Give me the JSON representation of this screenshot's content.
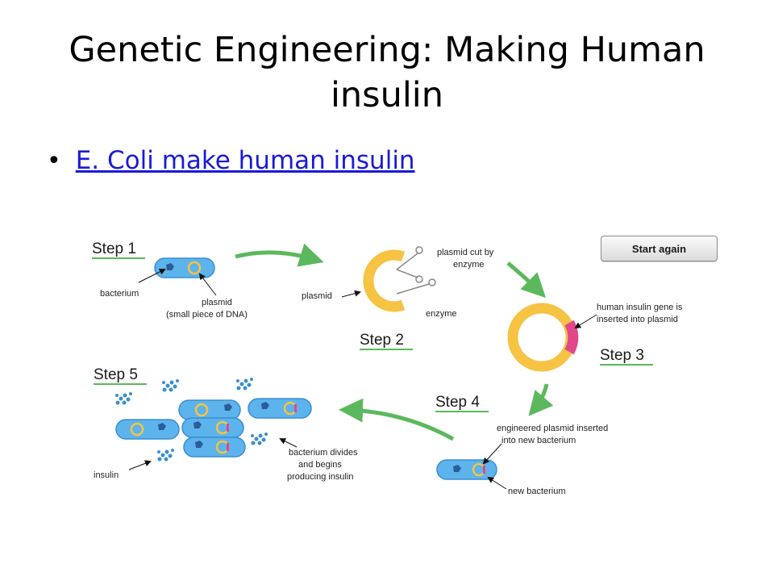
{
  "slide": {
    "title": "Genetic Engineering: Making Human insulin",
    "bullet_link": "E. Coli make human insulin"
  },
  "diagram": {
    "button_label": "Start again",
    "step1": {
      "heading": "Step 1",
      "bacterium_label": "bacterium",
      "plasmid_label_line1": "plasmid",
      "plasmid_label_line2": "(small piece of DNA)"
    },
    "step2": {
      "heading": "Step 2",
      "plasmid_label": "plasmid",
      "cut_label_line1": "plasmid cut by",
      "cut_label_line2": "enzyme",
      "enzyme_label": "enzyme"
    },
    "step3": {
      "heading": "Step 3",
      "gene_label_line1": "human insulin gene is",
      "gene_label_line2": "inserted into plasmid"
    },
    "step4": {
      "heading": "Step 4",
      "inserted_label_line1": "engineered plasmid inserted",
      "inserted_label_line2": "into new bacterium",
      "new_bacterium_label": "new bacterium"
    },
    "step5": {
      "heading": "Step 5",
      "insulin_label": "insulin",
      "divides_label_line1": "bacterium divides",
      "divides_label_line2": "and begins",
      "divides_label_line3": "producing insulin"
    },
    "colors": {
      "bacterium_fill": "#5db3ec",
      "bacterium_stroke": "#3a8fd0",
      "plasmid": "#f6c343",
      "insulin_gene": "#e0488a",
      "arrow": "#5cb85c",
      "step_underline": "#5cb85c",
      "link": "#1a1ad8"
    }
  }
}
